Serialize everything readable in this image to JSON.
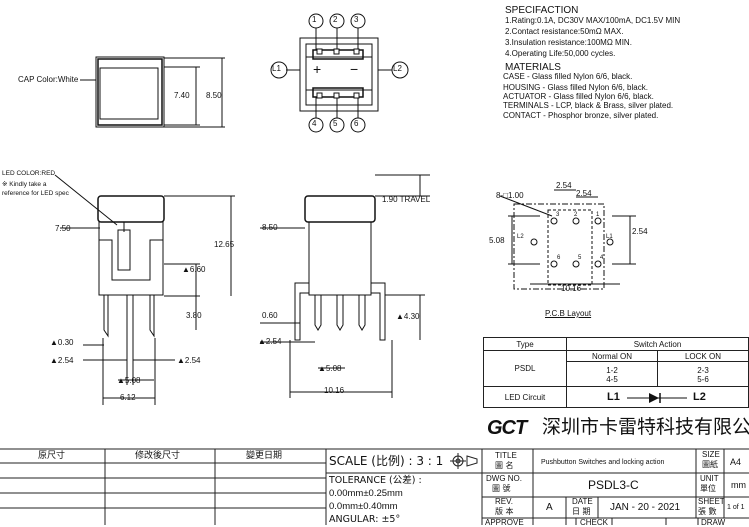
{
  "spec": {
    "heading": "SPECIFACTION",
    "items": [
      "1.Rating:0.1A, DC30V MAX/100mA, DC1.5V MIN",
      "2.Contact resistance:50mΩ MAX.",
      "3.Insulation resistance:100MΩ MIN.",
      "4.Operating Life:50,000 cycles."
    ]
  },
  "materials": {
    "heading": "MATERIALS",
    "items": [
      "CASE - Glass filled Nylon 6/6, black.",
      "HOUSING - Glass filled Nylon 6/6, black.",
      "ACTUATOR - Glass filled Nylon 6/6, black.",
      "TERMINALS - LCP, black & Brass, silver plated.",
      "CONTACT - Phosphor bronze, silver plated."
    ]
  },
  "labels": {
    "cap_color": "CAP Color:White",
    "led_color": "LED COLOR:RED",
    "kindly1": "※ Kindly take a",
    "kindly2": "reference for LED spec",
    "travel": "1.90 TRAVEL",
    "pcb_layout": "P.C.B Layout",
    "pin_l1": "L1",
    "pin_l2": "L2",
    "pins": [
      "1",
      "2",
      "3",
      "4",
      "5",
      "6"
    ],
    "plus": "+",
    "minus": "−"
  },
  "dims": {
    "d740": "7.40",
    "d850": "8.50",
    "d750": "7.50",
    "d1265": "12.65",
    "d660": "▲6.60",
    "d380": "3.80",
    "d030": "▲0.30",
    "d254a": "▲2.54",
    "d254b": "▲2.54",
    "d508a": "▲5.08",
    "d612": "6.12",
    "d850b": "8.50",
    "d060": "0.60",
    "d254c": "▲2.54",
    "d430": "▲4.30",
    "d508b": "▲5.08",
    "d1016a": "10.16",
    "p_hole": "8-□1.00",
    "p254a": "2.54",
    "p254b": "2.54",
    "p254c": "2.54",
    "p508": "5.08",
    "p1016": "10.16",
    "pcb_pins": [
      "3",
      "2",
      "1",
      "L2",
      "L1",
      "6",
      "5",
      "4"
    ]
  },
  "switch_table": {
    "type_h": "Type",
    "action_h": "Switch Action",
    "normal_on": "Normal ON",
    "lock_on": "LOCK ON",
    "psdl": "PSDL",
    "n1": "1-2",
    "n2": "4-5",
    "l1": "2-3",
    "l2": "5-6",
    "led_circuit": "LED Circuit",
    "c_l1": "L1",
    "c_l2": "L2"
  },
  "company": {
    "logo": "GCT",
    "name": "深圳市卡雷特科技有限公司"
  },
  "title_block": {
    "orig": "原尺寸",
    "mod": "修改後尺寸",
    "chg": "變更日期",
    "scale": "SCALE (比例) : 3 : 1",
    "tol_h": "TOLERANCE (公差) :",
    "tol1": "0.00mm±0.25mm",
    "tol2": "0.0mm±0.40mm",
    "ang": "ANGULAR: ±5°",
    "title_l": "TITLE",
    "title_cn": "圖 名",
    "title_v": "Pushbutton Switches and locking action",
    "size_l": "SIZE",
    "size_cn": "圖紙",
    "size_v": "A4",
    "dwg_l": "DWG NO.",
    "dwg_cn": "圖 號",
    "dwg_v": "PSDL3-C",
    "unit_l": "UNIT",
    "unit_cn": "單位",
    "unit_v": "mm",
    "rev_l": "REV.",
    "rev_cn": "版 本",
    "rev_v": "A",
    "date_l": "DATE",
    "date_cn": "日 期",
    "date_v": "JAN - 20 - 2021",
    "sheet_l": "SHEET",
    "sheet_cn": "張 數",
    "sheet_v": "1 of 1",
    "approve": "APPROVE",
    "check": "CHECK",
    "draw": "DRAW"
  }
}
